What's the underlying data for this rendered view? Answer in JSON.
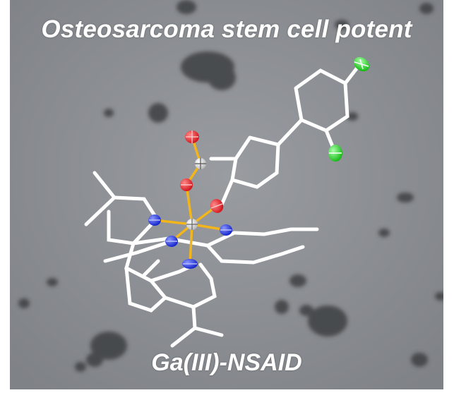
{
  "title": "Osteosarcoma stem cell potent",
  "subtitle": "Ga(III)-NSAID",
  "colors": {
    "background": "#8c8f94",
    "bond": "#ffffff",
    "coordination_bond": "#f2b51c",
    "gallium": "#e8e8e8",
    "oxygen": "#e0202a",
    "nitrogen": "#2233dd",
    "chlorine": "#22cc22",
    "text": "#ffffff"
  },
  "atoms": [
    {
      "element": "Cl",
      "icon": "chlorine-atom"
    },
    {
      "element": "Cl",
      "icon": "chlorine-atom"
    },
    {
      "element": "O",
      "icon": "oxygen-atom"
    },
    {
      "element": "C",
      "icon": "carbon-atom"
    },
    {
      "element": "O",
      "icon": "oxygen-atom"
    },
    {
      "element": "O",
      "icon": "oxygen-atom"
    },
    {
      "element": "Ga",
      "icon": "gallium-atom"
    },
    {
      "element": "N",
      "icon": "nitrogen-atom"
    },
    {
      "element": "N",
      "icon": "nitrogen-atom"
    },
    {
      "element": "N",
      "icon": "nitrogen-atom"
    },
    {
      "element": "N",
      "icon": "nitrogen-atom"
    }
  ]
}
